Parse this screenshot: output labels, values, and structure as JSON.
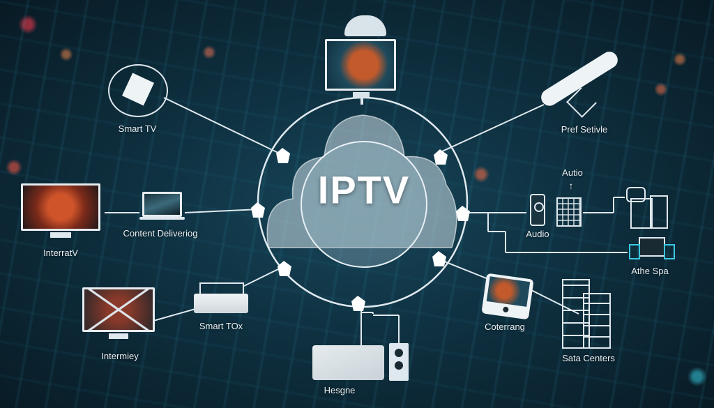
{
  "diagram": {
    "center": {
      "title": "IPTV",
      "shape": "cloud-with-circle"
    },
    "nodes": [
      {
        "id": "top-monitor",
        "label": "",
        "icon": "monitor-cloud-icon"
      },
      {
        "id": "smart-tv",
        "label": "Smart TV",
        "icon": "satellite-wheel-icon"
      },
      {
        "id": "interratv",
        "label": "InterratV",
        "icon": "desktop-monitor-icon"
      },
      {
        "id": "content-delivering",
        "label": "Content Deliveriog",
        "icon": "laptop-icon"
      },
      {
        "id": "intermiey",
        "label": "Intermiey",
        "icon": "cracked-monitor-icon"
      },
      {
        "id": "smart-tox",
        "label": "Smart TOx",
        "icon": "router-box-icon"
      },
      {
        "id": "hesgne",
        "label": "Hesgne",
        "icon": "set-top-box-speaker-icon"
      },
      {
        "id": "pref-setivle",
        "label": "Pref Setivle",
        "icon": "satellite-dish-icon"
      },
      {
        "id": "autio",
        "label": "Autio",
        "icon": "arrow-up-icon"
      },
      {
        "id": "audio",
        "label": "Audio",
        "icon": "smartphone-icon"
      },
      {
        "id": "building",
        "label": "",
        "icon": "building-icon"
      },
      {
        "id": "equipment",
        "label": "",
        "icon": "equipment-cluster-icon"
      },
      {
        "id": "athe-spa",
        "label": "Athe Spa",
        "icon": "multi-device-icon"
      },
      {
        "id": "coterrang",
        "label": "Coterrang",
        "icon": "tablet-icon"
      },
      {
        "id": "sata-centers",
        "label": "Sata Centers",
        "icon": "server-rack-icon"
      }
    ],
    "colors": {
      "background": "#0b2330",
      "line": "#dfe8ee",
      "text": "#e8eef2",
      "accent_orange": "#ff7a3c",
      "accent_cyan": "#3cc8e0"
    }
  }
}
